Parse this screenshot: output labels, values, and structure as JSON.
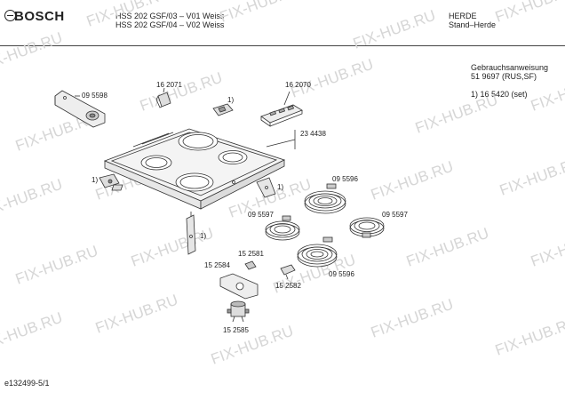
{
  "header": {
    "brand": "BOSCH",
    "models": [
      "HSS 202 GSF/03 – V01 Weiss",
      "HSS 202 GSF/04 – V02 Weiss"
    ],
    "category": "HERDE",
    "subcategory": "Stand–Herde"
  },
  "info": {
    "manual_label": "Gebrauchsanweisung",
    "manual_number": "51 9697 (RUS,SF)",
    "set_note": "1) 16 5420 (set)"
  },
  "parts": {
    "p095598": "09 5598",
    "p162071": "16 2071",
    "p162070": "16 2070",
    "p234438": "23 4438",
    "p095596_top": "09 5596",
    "p095597_left": "09 5597",
    "p095597_right": "09 5597",
    "p095596_bottom": "09 5596",
    "p152581": "15 2581",
    "p152584": "15 2584",
    "p152582": "15 2582",
    "p152585": "15 2585",
    "note_1": "1)"
  },
  "watermark": "FIX-HUB.RU",
  "footer": {
    "doc_id": "e132499-5/1"
  }
}
